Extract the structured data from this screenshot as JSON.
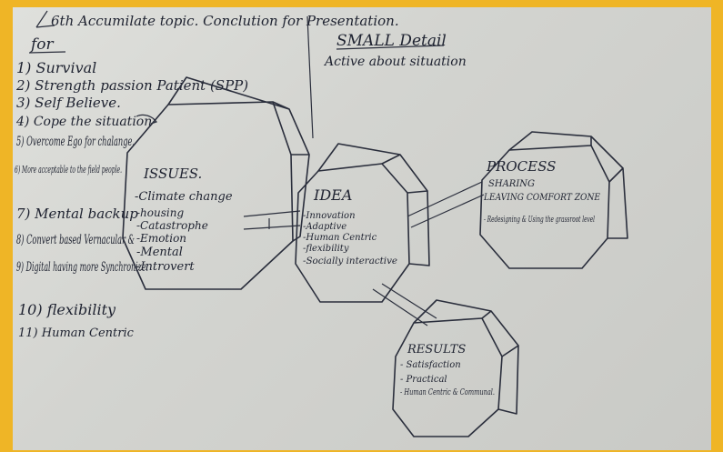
{
  "colors": {
    "frame": "#efb526",
    "paper": "#d8d9d5",
    "ink": "#1e2230"
  },
  "header": {
    "title": "6th Accumilate topic. Conclution for Presentation.",
    "right_heading": "SMALL Detail",
    "right_sub": "Active about situation"
  },
  "list": {
    "heading": "for",
    "items": [
      "1) Survival",
      "2) Strength passion Patient (SPP)",
      "3) Self Believe.",
      "4) Cope the situation",
      "5) Overcome Ego for chalange.",
      "6) More acceptable to the field people.",
      "7) Mental backup",
      "8) Convert based Vernacular &",
      "9) Digital having more Synchronize.",
      "10) flexibility",
      "11) Human Centric"
    ]
  },
  "issues": {
    "title": "ISSUES.",
    "items": [
      "-Climate change",
      "-housing",
      "-Catastrophe",
      "-Emotion",
      "-Mental",
      "-Introvert"
    ]
  },
  "idea": {
    "title": "IDEA",
    "items": [
      "-Innovation",
      "-Adaptive",
      "-Human Centric",
      "-flexibility",
      "-Socially interactive"
    ]
  },
  "process": {
    "title": "PROCESS",
    "items": [
      "SHARING",
      "LEAVING COMFORT ZONE",
      "- Redesigning & Using the grassroot level"
    ]
  },
  "results": {
    "title": "RESULTS",
    "items": [
      "- Satisfaction",
      "- Practical",
      "- Human Centric & Communal."
    ]
  }
}
